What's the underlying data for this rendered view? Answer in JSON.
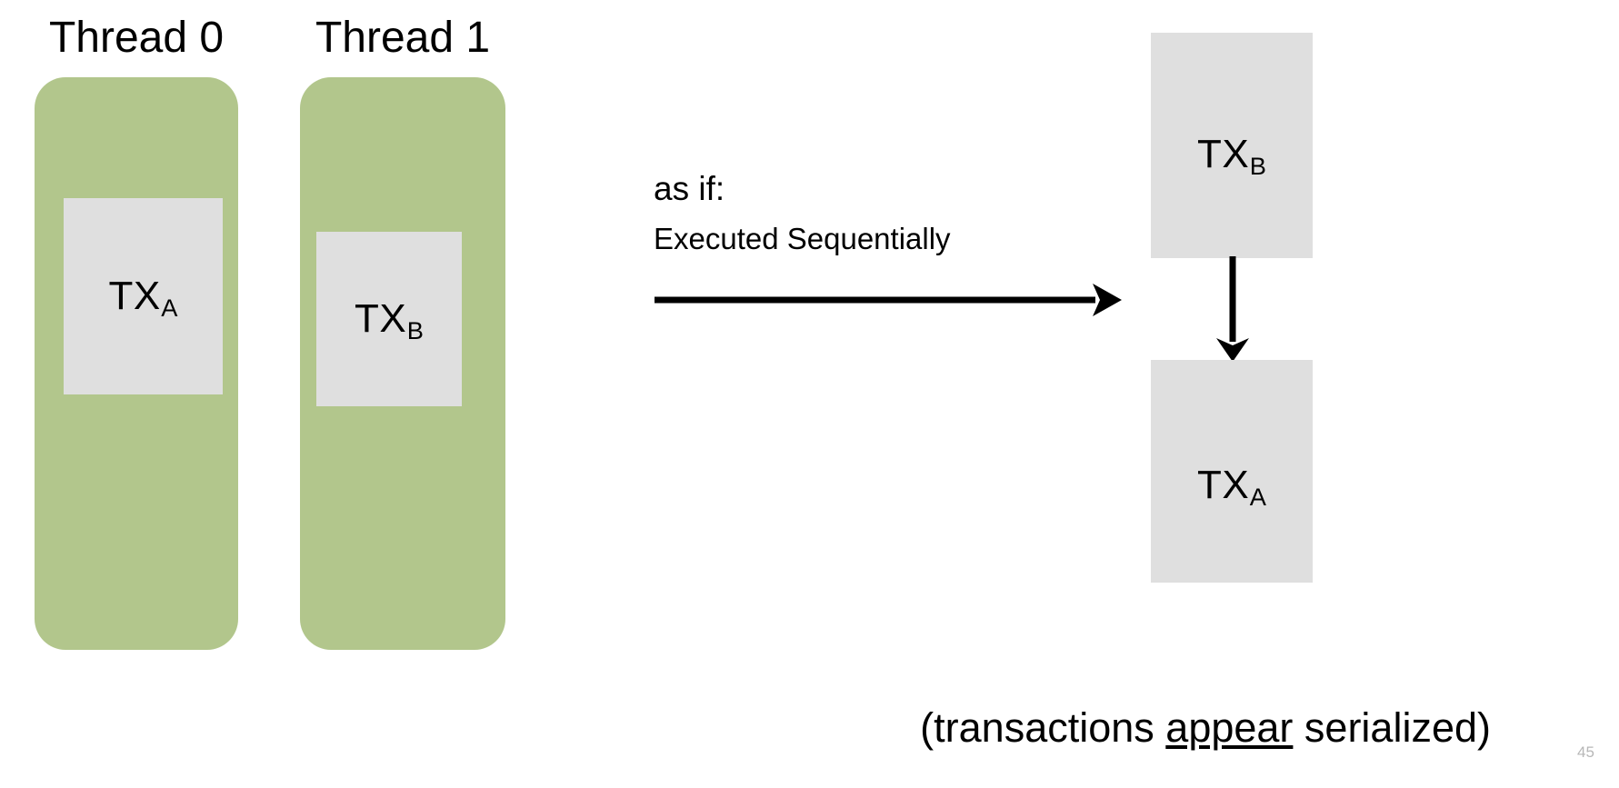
{
  "slide": {
    "page_number": "45",
    "background_color": "#ffffff"
  },
  "colors": {
    "thread_lane_green": "#b2c68c",
    "transaction_box_gray": "#dfdfdf",
    "text_black": "#000000",
    "page_number_gray": "#b7b7b7"
  },
  "concurrent": {
    "threads": [
      {
        "label": "Thread 0",
        "transaction": {
          "name": "TX",
          "subscript": "A"
        }
      },
      {
        "label": "Thread 1",
        "transaction": {
          "name": "TX",
          "subscript": "B"
        }
      }
    ]
  },
  "transition": {
    "line1": "as if:",
    "line2": "Executed Sequentially",
    "arrow": "right-arrow"
  },
  "serialized": {
    "order_arrow": "down-arrow",
    "boxes": [
      {
        "name": "TX",
        "subscript": "B"
      },
      {
        "name": "TX",
        "subscript": "A"
      }
    ]
  },
  "caption": {
    "prefix": "(transactions ",
    "emphasis": "appear",
    "suffix": " serialized)"
  }
}
